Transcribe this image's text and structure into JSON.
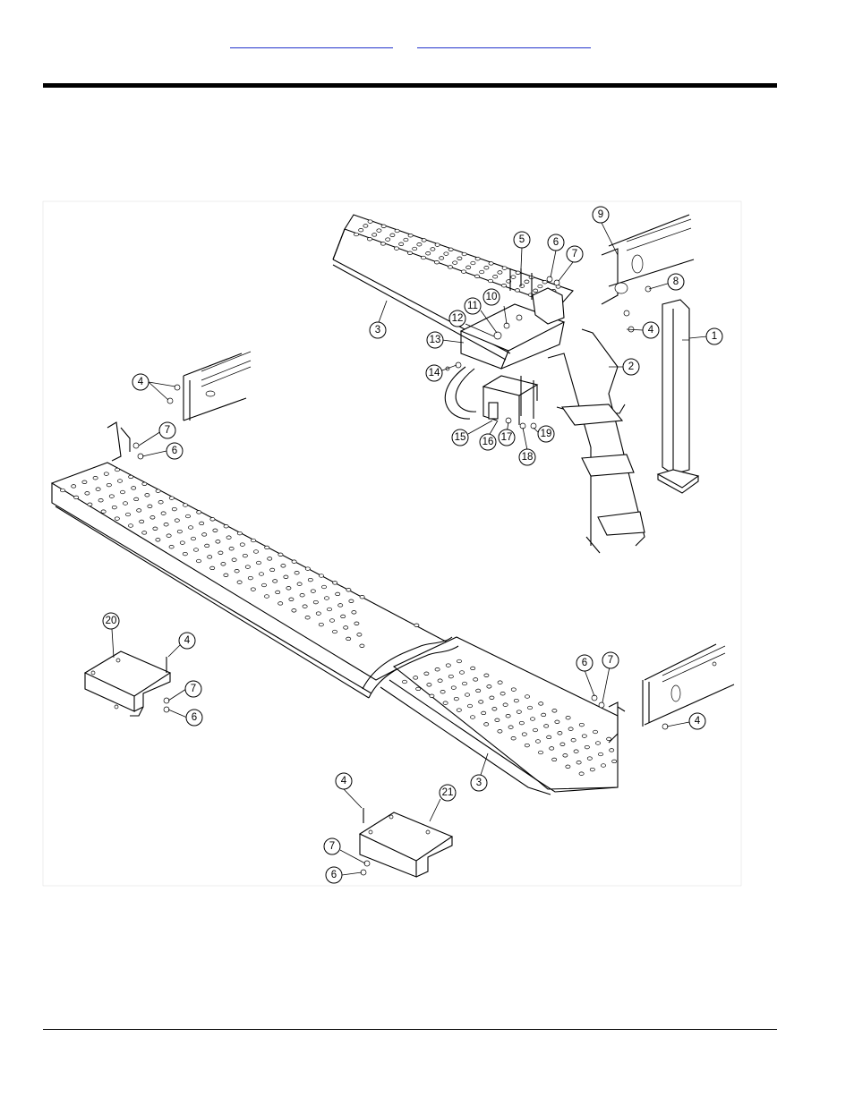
{
  "header": {
    "link_left": "",
    "link_right": ""
  },
  "callouts": {
    "c1": "1",
    "c2": "2",
    "c3a": "3",
    "c3b": "3",
    "c4a": "4",
    "c4b": "4",
    "c4c": "4",
    "c4d": "4",
    "c4e": "4",
    "c5": "5",
    "c6a": "6",
    "c6b": "6",
    "c6c": "6",
    "c6d": "6",
    "c6e": "6",
    "c7a": "7",
    "c7b": "7",
    "c7c": "7",
    "c7d": "7",
    "c7e": "7",
    "c8": "8",
    "c9": "9",
    "c10": "10",
    "c11": "11",
    "c12": "12",
    "c13": "13",
    "c14": "14",
    "c15": "15",
    "c16": "16",
    "c17": "17",
    "c18": "18",
    "c19": "19",
    "c20": "20",
    "c21": "21"
  },
  "colors": {
    "link": "#2233cc",
    "ink": "#000000",
    "paper": "#ffffff"
  }
}
